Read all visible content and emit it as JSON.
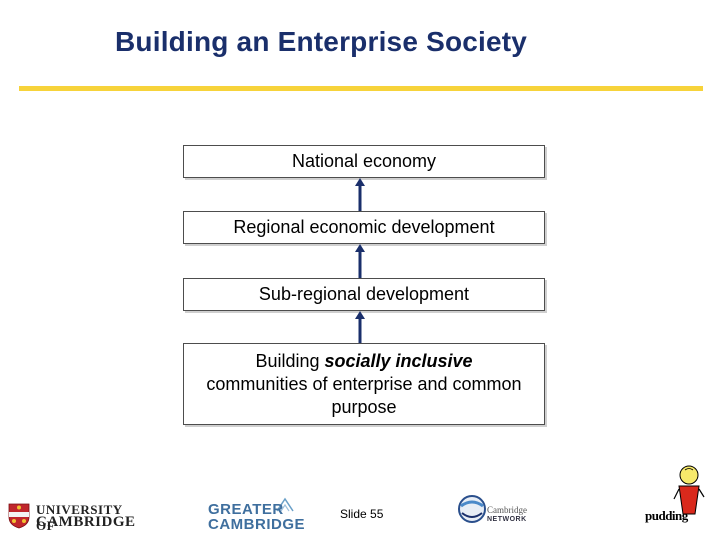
{
  "slide": {
    "title": "Building an Enterprise Society",
    "slide_number_label": "Slide 55"
  },
  "diagram": {
    "boxes": [
      {
        "text": "National economy"
      },
      {
        "text": "Regional economic development"
      },
      {
        "text": "Sub-regional development"
      },
      {
        "text_prefix": "Building ",
        "text_emphasis": "socially inclusive",
        "text_suffix": " communities of enterprise and common purpose"
      }
    ],
    "arrow_color": "#1a2f6b"
  },
  "logos": {
    "university": {
      "line1": "UNIVERSITY OF",
      "line2": "CAMBRIDGE"
    },
    "greater_cambridge": {
      "line1": "GREATER",
      "line2": "CAMBRIDGE"
    },
    "cambridge_network": {
      "line1": "Cambridge",
      "line2": "NETWORK"
    },
    "pudding": {
      "word": "pudding"
    }
  },
  "colors": {
    "title": "#1a2f6b",
    "rule": "#f7d33a"
  }
}
